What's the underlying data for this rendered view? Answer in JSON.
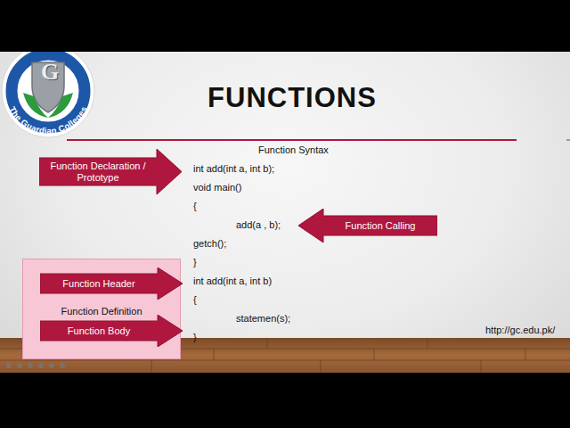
{
  "diagram": {
    "title": "FUNCTIONS",
    "nodes": [
      {
        "text": [
          "Function Declaration / Prototype"
        ]
      },
      {
        "text": [
          "Function Calling"
        ]
      },
      {
        "text": [
          "Function Definition"
        ]
      },
      {
        "text": [
          "Function Header"
        ],
        "in": 2
      },
      {
        "text": [
          "Function Body"
        ],
        "in": 2
      }
    ],
    "labels": [
      "Function Syntax",
      "int add(int a, int b);",
      "void main()",
      "{",
      "add(a , b);",
      "getch();",
      "}",
      "int add(int a, int b)",
      "{",
      "statemen(s);",
      "}",
      "http://gc.edu.pk/",
      "The Guardian Colleges",
      "G"
    ]
  }
}
